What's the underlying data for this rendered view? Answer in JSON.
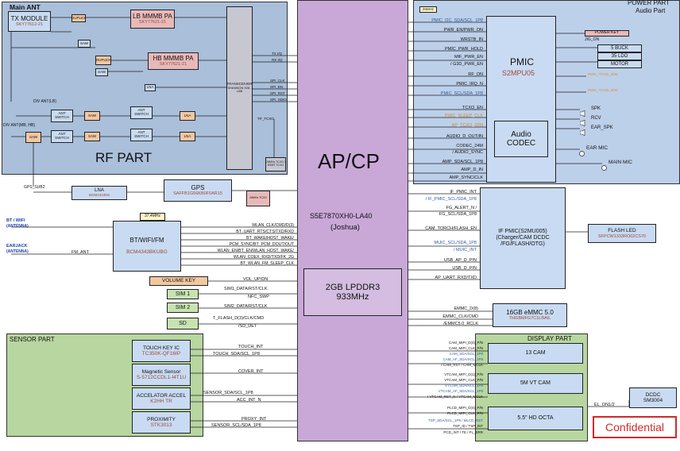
{
  "rf_part": {
    "title": "RF PART",
    "main_ant": "Main ANT",
    "div_ant_lb": "DIV ANT(LB)",
    "div_ant_mb_hb": "DIV ANT(MB, HB)",
    "tx_module": {
      "name": "TX MODULE",
      "part": "SKY77612-21"
    },
    "lb_pa": {
      "name": "LB MMMB PA",
      "part": "SKY77621-21"
    },
    "hb_pa": {
      "name": "HB MMMB PA",
      "part": "SKY77621-21"
    },
    "duplex1": "DUPLEX",
    "duplex2": "DUPLEX",
    "saw": "SAW",
    "lna": "LNA",
    "ant_switch": "ANT SWITCH",
    "transceiver": {
      "name": "TRANSCEIVER",
      "part": "SHANNON 928 - U08"
    },
    "tcxo": "26MHz TCXO / ESMT TCXO",
    "gps_lna": {
      "name": "LNA",
      "part": "BGM1034N6"
    },
    "gps": {
      "name": "GPS",
      "part": "SAFFB1G56KB0F0AR15"
    },
    "gps_tcxo": "26MHz TCXO",
    "gps_sub": "GPS_SUB2",
    "signals": [
      "TX I/Q",
      "RX I/Q",
      "SPI_CLK",
      "SPI_EN",
      "SPI_RST",
      "SPI_SDIO"
    ],
    "tp_tcxo": "TP_TCXO"
  },
  "btwifi": {
    "ant_label": "BT / WIFI",
    "ant_sub": "(ANTENNA)",
    "earjack_label": "EARJACK",
    "earjack_sub": "(ANTENNA)",
    "fm_ant": "FM_ANT",
    "crystal": "37.4MHz",
    "name": "BT/WIFI/FM",
    "part": "BCM4343BKUBG",
    "signals": [
      "WLAN_CLK/CMD/D(3)",
      "BT_UART_RTS/CTS/TXD/RXD",
      "BT_WAKE/HOST_WAKE/",
      "PCM_SYNC/BT_PCM_DOUT/OUT",
      "WLAN_EN/BT_EN/WLAN_HOST_WAKE/",
      "WLAN_COEX_RXD/TXD/FK_2G",
      "BT_WLAN_FM_SLEEP_CLK"
    ]
  },
  "left_misc": {
    "volume_key": "VOLUME KEY",
    "volume_sig": "VOL_UP/DN",
    "sim1": "SIM 1",
    "sim1_sig": [
      "SIM1_DATA/RST/CLK",
      "NFC_SWP"
    ],
    "sim2": "SIM 2",
    "sim2_sig": "SIM2_DATA/RST/CLK",
    "sd": "SD",
    "sd_sig": [
      "T_FLASH_D(3)/CLK/CMD",
      "/SD_DET"
    ]
  },
  "sensor_part": {
    "title": "SENSOR PART",
    "touchkey": {
      "name": "TOUCH KEY IC",
      "part": "TC350K-QF16IP",
      "sig": [
        "TOUCH_INT",
        "TOUCH_SDA/SCL_1P8"
      ]
    },
    "magnetic": {
      "name": "Magnetic Sensor",
      "part": "S-5712CCDL1-I4T1U",
      "sig": [
        "COVER_INT"
      ]
    },
    "accel": {
      "name": "ACCELATOR ACCEL",
      "part": "K2HH TR",
      "sig": [
        "SENSOR_SDA/SCL_1P8",
        "ACC_INT_N"
      ]
    },
    "proximity": {
      "name": "PROXIMITY",
      "part": "STK3013",
      "sig": [
        "PROXY_INT",
        "SENSOR_SCL/SDA_1P8"
      ]
    }
  },
  "apcp": {
    "title": "AP/CP",
    "part": "S5E7870XH0-LA40",
    "codename": "(Joshua)",
    "memory": "2GB LPDDR3",
    "speed": "933MHz"
  },
  "power_part": {
    "title": "POWER PART",
    "subtitle": "Audio Part",
    "crystal": "26MHz",
    "pmic": {
      "name": "PMIC",
      "part": "S2MPU05"
    },
    "audio": {
      "name": "Audio",
      "name2": "CODEC"
    },
    "power_key": "POWER KEY",
    "jig_on": "JIG_ON",
    "buck": "5 BUCK",
    "ldo": "35 LDO",
    "motor": "MOTOR",
    "pmic_tcxo": "PMIC_TCXO_26M",
    "pmic_tcxo2": "PMIC_TCXO_26M",
    "spk": "SPK",
    "rcv": "RCV",
    "ear_spk": "EAR_SPK",
    "ear_mic": "EAR MIC",
    "main_mic": "MAIN MIC",
    "signals": [
      "PMIC_I2C_SDA/SCL_1P8",
      "PWR_EN/PWR_ON",
      "WRSTB_IN",
      "PMIC_PWR_HOLD",
      "MIF_PWR_EN",
      "/ G3D_PWR_EN",
      "RF_ON",
      "PMIC_IRQ_N",
      "PMIC_SCL/SDA_1P8",
      "TCXO_EN",
      "PMIC_SLEEP_CLK",
      "AP_TCXO_26M",
      "AUDIO_D_OUT/IN",
      "CODEC_24M",
      "/ AUDIO_SYNC",
      "AMP_SDA/SCL_1P8",
      "AMP_D_IN",
      "AMP_SYNC/CLK"
    ]
  },
  "ifpmic": {
    "name": "IF PMIC(S2MU005)",
    "desc1": "(Charger/CAM DCDC",
    "desc2": "/FG/FLASH/OTG)",
    "flash_led": "FLASH LED",
    "flash_part": "SFPCW1333RO02CS70",
    "signals": [
      "IF_PMIC_INT",
      "/ IF_PMIC_SCL/SDA_1P8",
      "FG_ALERT_N /",
      "FG_SCL/SDA_1P8",
      "CAM_TORCH/FLASH_EN",
      "MUIC_SCL/SDA_1P8",
      "/ MUIC_INT",
      "USB_AP_D_P/N",
      "USB_D_P/N",
      "AP_UART_RXD/TXD"
    ]
  },
  "emmc": {
    "name": "16GB eMMC 5.0",
    "part": "THGBMFG7C1LBAIL",
    "signals": [
      "EMMC_D(8)",
      "EMMC_CLK/CMD",
      "/EMMC5.0_RCLK"
    ]
  },
  "display_part": {
    "title": "DISPLAY PART",
    "cam13": "13 CAM",
    "cam5": "5M VT CAM",
    "octa": "5.5\" HD OCTA",
    "dcdc": "DCDC",
    "dcdc_part": "SM3004",
    "el_on": "EL_ON1/2",
    "cam13_sig": [
      "CAM_MIPI_D(4)_P/N",
      "CAM_MIPI_CLK_P/N",
      "CAM_SDA/SCL_1P8",
      "CAM_AF_SDA/SCL_1P8",
      "/ CAM_RST / CAM_MCLK"
    ],
    "cam5_sig": [
      "VTCAM_MIPI_D(1)_P/N",
      "VTCAM_MIPI_CLK_P/N",
      "VTCAM_SDA/SCL_1P8",
      "VTCAM_AF_SDA/SCL_1P8",
      "/ VTCAM_RST_N / VTCAM_MCLK"
    ],
    "octa_sig": [
      "PLCD_MIPI_D(4)_P/N",
      "PLCD_MIPI_CLK_P/N",
      "TSP_SDA/SCL_1P8 / MLCD_RST",
      "TSP_ID / TSP_INT",
      "PCD_INT / TE / FL_ERR"
    ]
  },
  "confidential": "Confidential"
}
